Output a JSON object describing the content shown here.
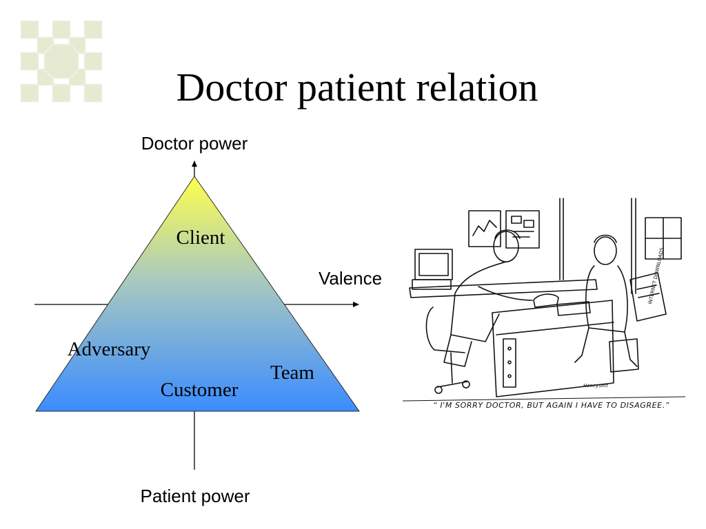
{
  "slide": {
    "title": "Doctor patient relation"
  },
  "diagram": {
    "axis_top_label": "Doctor power",
    "axis_bottom_label": "Patient power",
    "axis_right_label": "Valence",
    "zones": {
      "top": "Client",
      "left": "Adversary",
      "right": "Team",
      "bottom": "Customer"
    },
    "gradient": {
      "top_color": "#ffff4d",
      "mid_color": "#a8c8c0",
      "bottom_color": "#3a8cff"
    }
  },
  "cartoon": {
    "caption": "“ I'M SORRY DOCTOR, BUT AGAIN I HAVE TO DISAGREE.”",
    "newspaper_text": "INTERNET DOWNLOADS",
    "signature": "Honeysett"
  },
  "logo": {
    "icon": "decorative-grid-icon",
    "color": "#e8ecd8"
  }
}
